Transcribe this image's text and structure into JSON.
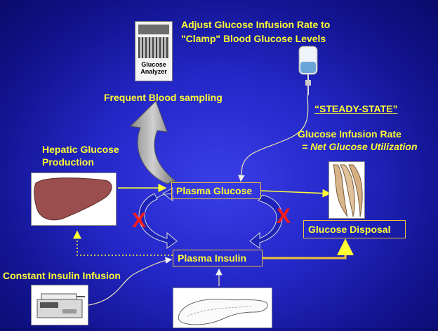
{
  "title": {
    "line1": "Adjust Glucose Infusion Rate to",
    "line2": "\"Clamp\" Blood Glucose Levels"
  },
  "analyzer": {
    "label_line1": "Glucose",
    "label_line2": "Analyzer"
  },
  "labels": {
    "frequent_sampling": "Frequent Blood sampling",
    "steady_state": "“STEADY-STATE”",
    "infusion_rate_line1": "Glucose Infusion Rate",
    "infusion_rate_line2": "= Net Glucose Utilization",
    "hepatic_line1": "Hepatic Glucose",
    "hepatic_line2": "Production",
    "constant_insulin": "Constant Insulin Infusion"
  },
  "boxes": {
    "plasma_glucose": "Plasma Glucose",
    "plasma_insulin": "Plasma Insulin",
    "glucose_disposal": "Glucose Disposal"
  },
  "markers": {
    "left_x": "X",
    "right_x": "X"
  },
  "colors": {
    "label_yellow": "#ffff33",
    "box_border": "#f2c23a",
    "x_red": "#ff1a1a",
    "background": "#2428c8"
  },
  "icons": [
    "glucose-analyzer-icon",
    "iv-bag-icon",
    "liver-icon",
    "muscle-icon",
    "syringe-pump-icon",
    "pancreas-icon"
  ]
}
